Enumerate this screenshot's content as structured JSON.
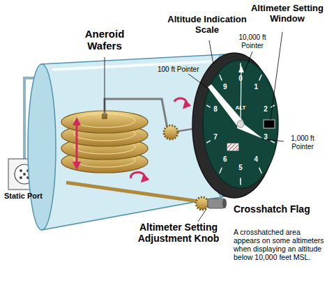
{
  "diagram": {
    "labels": [
      "Aneroid Wafers",
      "Altitude Indication Scale",
      "Altimeter Setting Window",
      "10,000 ft Pointer",
      "100 ft Pointer",
      "1,000 ft Pointer",
      "ALT",
      "0",
      "1",
      "2",
      "3",
      "4",
      "5",
      "6",
      "7",
      "8",
      "9",
      "Static Port",
      "Crosshatch Flag",
      "A crosshatched area appears on some altimeters when displaying an altitude below 10,000 feet MSL.",
      "Altimeter Setting Adjustment Knob"
    ]
  }
}
